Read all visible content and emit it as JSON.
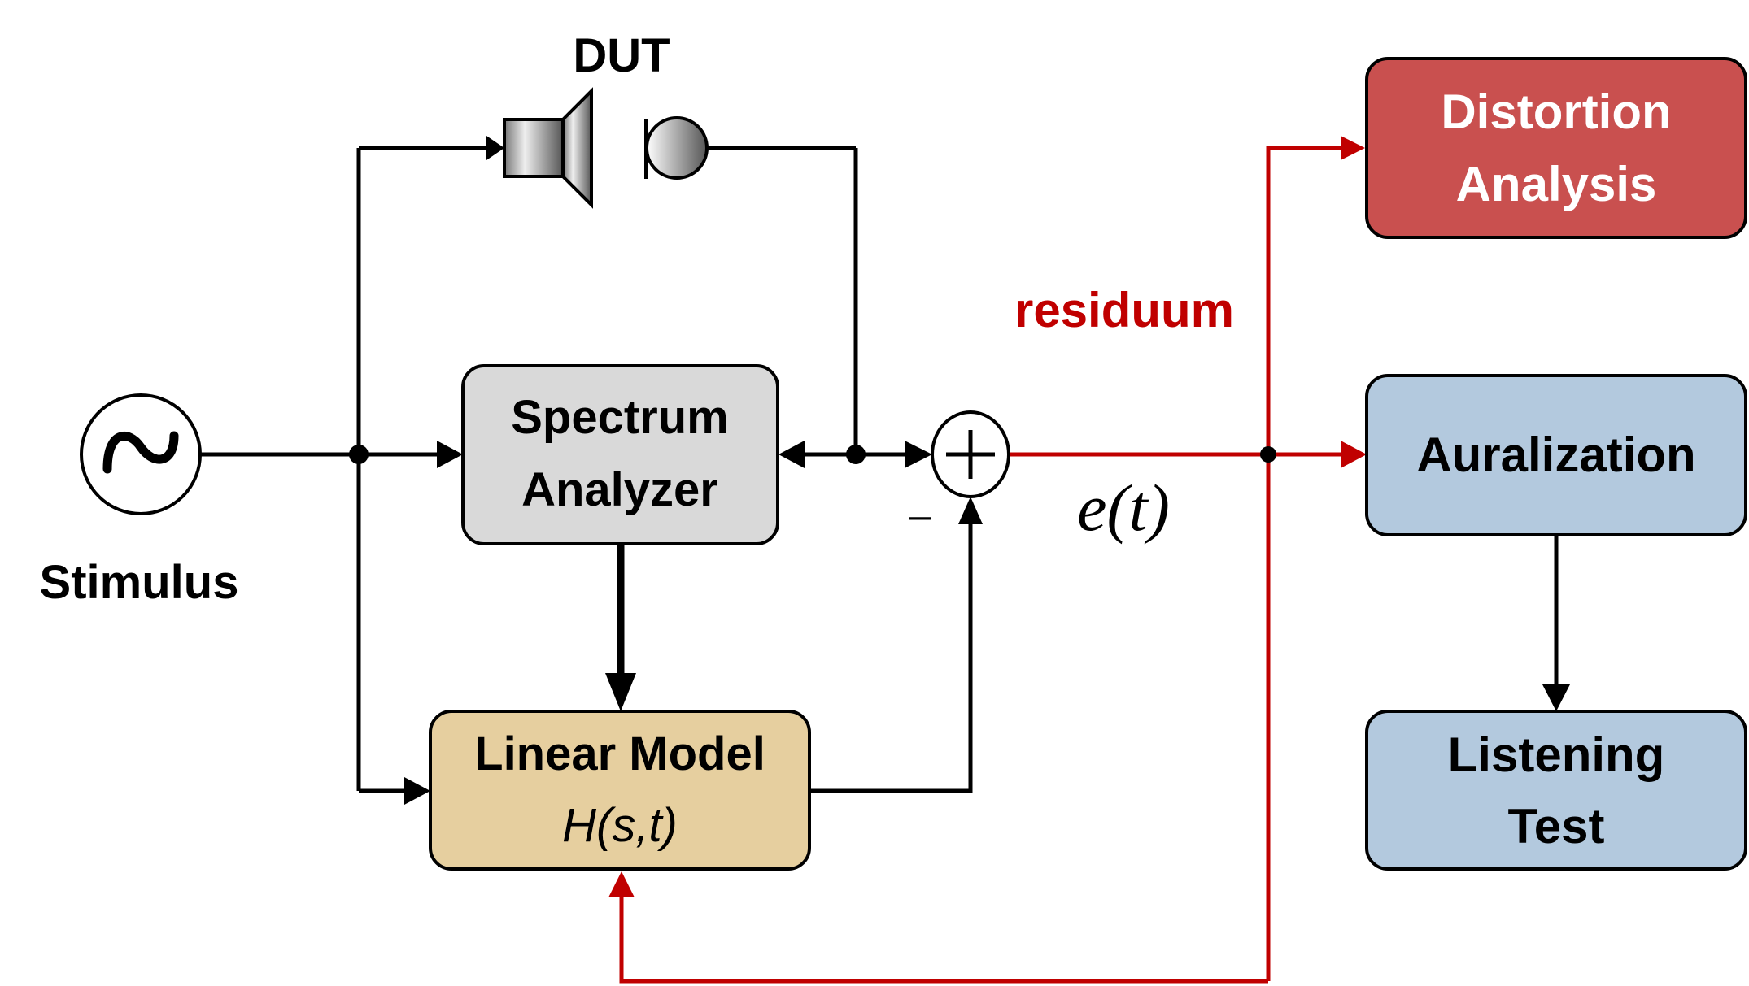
{
  "diagram": {
    "dut_label": "DUT",
    "stimulus_label": "Stimulus",
    "stimulus_symbol": "~",
    "spectrum_analyzer": {
      "line1": "Spectrum",
      "line2": "Analyzer"
    },
    "linear_model": {
      "line1": "Linear Model",
      "line2": "H(s,t)"
    },
    "summing_junction": {
      "symbol": "+",
      "minus_sign": "–"
    },
    "error_signal": "e(t)",
    "residuum_label": "residuum",
    "distortion_analysis": {
      "line1": "Distortion",
      "line2": "Analysis"
    },
    "auralization": {
      "line1": "Auralization"
    },
    "listening_test": {
      "line1": "Listening",
      "line2": "Test"
    }
  },
  "colors": {
    "signal_red": "#c00000",
    "distortion_fill": "#c9504f",
    "spectrum_fill": "#d9d9d9",
    "linear_model_fill": "#e6cf9f",
    "blue_fill": "#b3c9de",
    "line_black": "#000000"
  }
}
